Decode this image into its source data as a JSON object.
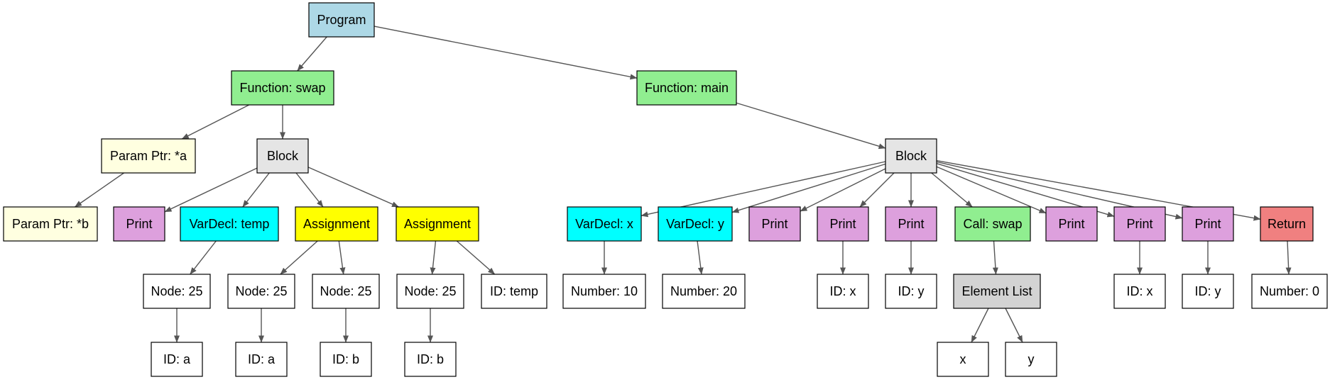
{
  "diagram": {
    "nodes": [
      {
        "id": "program",
        "label": "Program",
        "color": "#add8e6"
      },
      {
        "id": "fn-swap",
        "label": "Function: swap",
        "color": "#90ee90"
      },
      {
        "id": "fn-main",
        "label": "Function: main",
        "color": "#90ee90"
      },
      {
        "id": "param-a",
        "label": "Param Ptr: *a",
        "color": "#ffffe0"
      },
      {
        "id": "block-swap",
        "label": "Block",
        "color": "#e5e5e5"
      },
      {
        "id": "param-b",
        "label": "Param Ptr: *b",
        "color": "#ffffe0"
      },
      {
        "id": "print-swap",
        "label": "Print",
        "color": "#dda0dd"
      },
      {
        "id": "vardecl-temp",
        "label": "VarDecl: temp",
        "color": "#00ffff"
      },
      {
        "id": "assign-1",
        "label": "Assignment",
        "color": "#ffff00"
      },
      {
        "id": "assign-2",
        "label": "Assignment",
        "color": "#ffff00"
      },
      {
        "id": "node25-1",
        "label": "Node: 25",
        "color": "#ffffff"
      },
      {
        "id": "node25-2",
        "label": "Node: 25",
        "color": "#ffffff"
      },
      {
        "id": "node25-3",
        "label": "Node: 25",
        "color": "#ffffff"
      },
      {
        "id": "node25-4",
        "label": "Node: 25",
        "color": "#ffffff"
      },
      {
        "id": "id-temp",
        "label": "ID: temp",
        "color": "#ffffff"
      },
      {
        "id": "id-a-1",
        "label": "ID: a",
        "color": "#ffffff"
      },
      {
        "id": "id-a-2",
        "label": "ID: a",
        "color": "#ffffff"
      },
      {
        "id": "id-b-1",
        "label": "ID: b",
        "color": "#ffffff"
      },
      {
        "id": "id-b-2",
        "label": "ID: b",
        "color": "#ffffff"
      },
      {
        "id": "block-main",
        "label": "Block",
        "color": "#e5e5e5"
      },
      {
        "id": "vardecl-x",
        "label": "VarDecl: x",
        "color": "#00ffff"
      },
      {
        "id": "vardecl-y",
        "label": "VarDecl: y",
        "color": "#00ffff"
      },
      {
        "id": "print-m1",
        "label": "Print",
        "color": "#dda0dd"
      },
      {
        "id": "print-m2",
        "label": "Print",
        "color": "#dda0dd"
      },
      {
        "id": "print-m3",
        "label": "Print",
        "color": "#dda0dd"
      },
      {
        "id": "call-swap",
        "label": "Call: swap",
        "color": "#90ee90"
      },
      {
        "id": "print-m4",
        "label": "Print",
        "color": "#dda0dd"
      },
      {
        "id": "print-m5",
        "label": "Print",
        "color": "#dda0dd"
      },
      {
        "id": "print-m6",
        "label": "Print",
        "color": "#dda0dd"
      },
      {
        "id": "return",
        "label": "Return",
        "color": "#f08080"
      },
      {
        "id": "num-10",
        "label": "Number: 10",
        "color": "#ffffff"
      },
      {
        "id": "num-20",
        "label": "Number: 20",
        "color": "#ffffff"
      },
      {
        "id": "id-x-1",
        "label": "ID: x",
        "color": "#ffffff"
      },
      {
        "id": "id-y-1",
        "label": "ID: y",
        "color": "#ffffff"
      },
      {
        "id": "elem-list",
        "label": "Element List",
        "color": "#d3d3d3"
      },
      {
        "id": "id-x-2",
        "label": "ID: x",
        "color": "#ffffff"
      },
      {
        "id": "id-y-2",
        "label": "ID: y",
        "color": "#ffffff"
      },
      {
        "id": "num-0",
        "label": "Number: 0",
        "color": "#ffffff"
      },
      {
        "id": "elem-x",
        "label": "x",
        "color": "#ffffff"
      },
      {
        "id": "elem-y",
        "label": "y",
        "color": "#ffffff"
      }
    ],
    "edges": [
      [
        "program",
        "fn-swap"
      ],
      [
        "program",
        "fn-main"
      ],
      [
        "fn-swap",
        "param-a"
      ],
      [
        "fn-swap",
        "block-swap"
      ],
      [
        "param-a",
        "param-b"
      ],
      [
        "block-swap",
        "print-swap"
      ],
      [
        "block-swap",
        "vardecl-temp"
      ],
      [
        "block-swap",
        "assign-1"
      ],
      [
        "block-swap",
        "assign-2"
      ],
      [
        "vardecl-temp",
        "node25-1"
      ],
      [
        "node25-1",
        "id-a-1"
      ],
      [
        "assign-1",
        "node25-2"
      ],
      [
        "assign-1",
        "node25-3"
      ],
      [
        "node25-2",
        "id-a-2"
      ],
      [
        "node25-3",
        "id-b-1"
      ],
      [
        "assign-2",
        "node25-4"
      ],
      [
        "assign-2",
        "id-temp"
      ],
      [
        "node25-4",
        "id-b-2"
      ],
      [
        "fn-main",
        "block-main"
      ],
      [
        "block-main",
        "vardecl-x"
      ],
      [
        "block-main",
        "vardecl-y"
      ],
      [
        "block-main",
        "print-m1"
      ],
      [
        "block-main",
        "print-m2"
      ],
      [
        "block-main",
        "print-m3"
      ],
      [
        "block-main",
        "call-swap"
      ],
      [
        "block-main",
        "print-m4"
      ],
      [
        "block-main",
        "print-m5"
      ],
      [
        "block-main",
        "print-m6"
      ],
      [
        "block-main",
        "return"
      ],
      [
        "vardecl-x",
        "num-10"
      ],
      [
        "vardecl-y",
        "num-20"
      ],
      [
        "print-m2",
        "id-x-1"
      ],
      [
        "print-m3",
        "id-y-1"
      ],
      [
        "call-swap",
        "elem-list"
      ],
      [
        "elem-list",
        "elem-x"
      ],
      [
        "elem-list",
        "elem-y"
      ],
      [
        "print-m5",
        "id-x-2"
      ],
      [
        "print-m6",
        "id-y-2"
      ],
      [
        "return",
        "num-0"
      ]
    ]
  }
}
